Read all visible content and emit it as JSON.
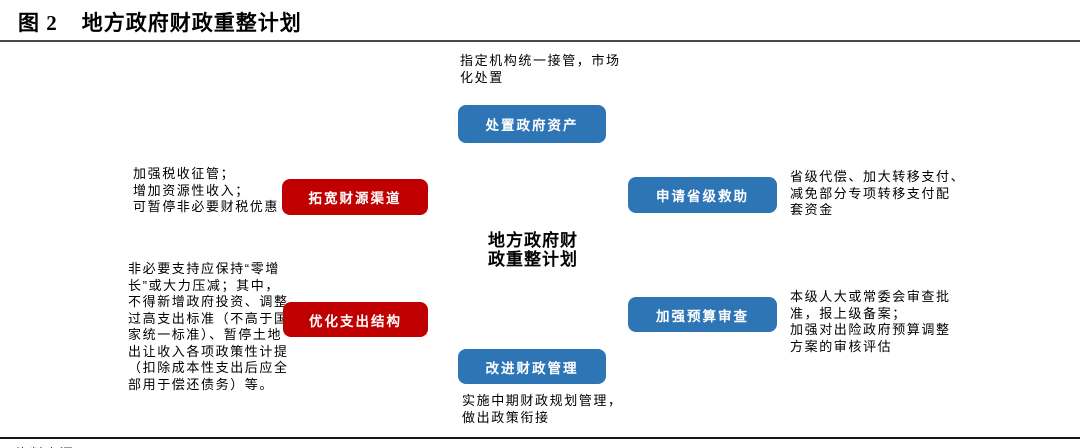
{
  "figure": {
    "label": "图 2",
    "title": "地方政府财政重整计划"
  },
  "colors": {
    "blue": "#2E75B6",
    "red": "#C00000"
  },
  "center": {
    "label": "地方政府财\n政重整计划"
  },
  "nodes": {
    "top": {
      "label": "处置政府资产",
      "note": "指定机构统一接管，市场\n化处置"
    },
    "left1": {
      "label": "拓宽财源渠道",
      "note": "加强税收征管；\n增加资源性收入；\n可暂停非必要财税优惠"
    },
    "left2": {
      "label": "优化支出结构",
      "note": "非必要支持应保持“零增\n长”或大力压减；其中，\n不得新增政府投资、调整\n过高支出标准（不高于国\n家统一标准）、暂停土地\n出让收入各项政策性计提\n（扣除成本性支出后应全\n部用于偿还债务）等。"
    },
    "right1": {
      "label": "申请省级救助",
      "note": "省级代偿、加大转移支付、\n减免部分专项转移支付配\n套资金"
    },
    "right2": {
      "label": "加强预算审查",
      "note": "本级人大或常委会审查批\n准，报上级备案；\n加强对出险政府预算调整\n方案的审核评估"
    },
    "bottom": {
      "label": "改进财政管理",
      "note": "实施中期财政规划管理，\n做出政策衔接"
    }
  },
  "footer": {
    "source_line_partial": "资料来源："
  }
}
